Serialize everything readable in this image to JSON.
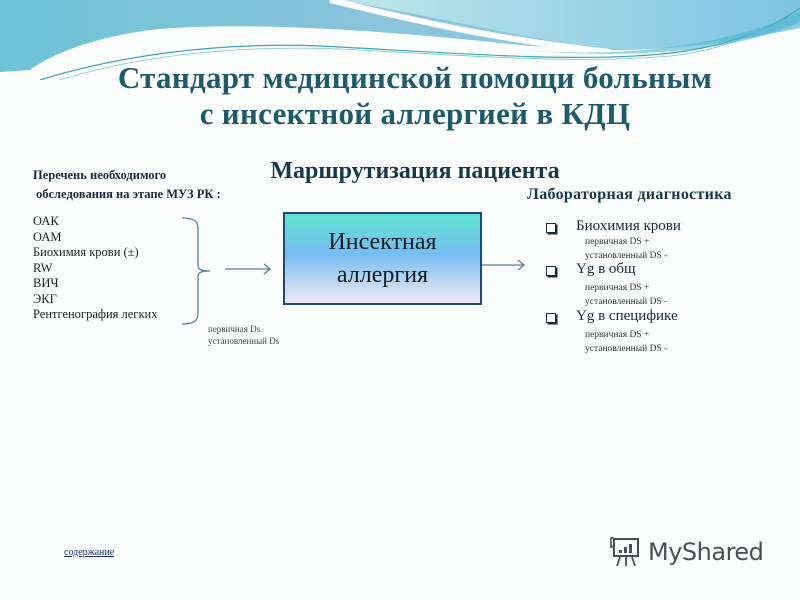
{
  "header": {
    "title_line1": "Стандарт медицинской помощи больным",
    "title_line2": "с инсектной аллергией  в  КДЦ",
    "subtitle": "Маршрутизация пациента"
  },
  "left_panel": {
    "heading_line1": "Перечень необходимого",
    "heading_line2": "обследования на этапе МУЗ РК :",
    "exams": [
      "ОАК",
      "ОАМ",
      "Биохимия крови (±)",
      "RW",
      "ВИЧ",
      "ЭКГ",
      "Рентгенография легких"
    ],
    "ds_notes": [
      "первичная  Ds",
      "установленный  Ds"
    ]
  },
  "center_box": {
    "line1": "Инсектная",
    "line2": "аллергия"
  },
  "lab_panel": {
    "heading": "Лабораторная диагностика",
    "items": [
      {
        "label": "Биохимия крови",
        "sub1": "первичная DS +",
        "sub2": "установленный  DS -"
      },
      {
        "label": "Yg в общ",
        "sub1": " первичная  DS  +",
        "sub2": "установленный  DS -"
      },
      {
        "label": "Yg  в специфике",
        "sub1": "первичная DS +",
        "sub2": "установленный  DS -"
      }
    ]
  },
  "footer": {
    "link_label": "содержание",
    "logo_text": "MyShared",
    "logo_icon": "presentation-board-icon"
  },
  "colors": {
    "title": "#1d5a6b",
    "box_border": "#1c4a7a",
    "arrow": "#5a7f9a",
    "link": "#1a3080"
  }
}
